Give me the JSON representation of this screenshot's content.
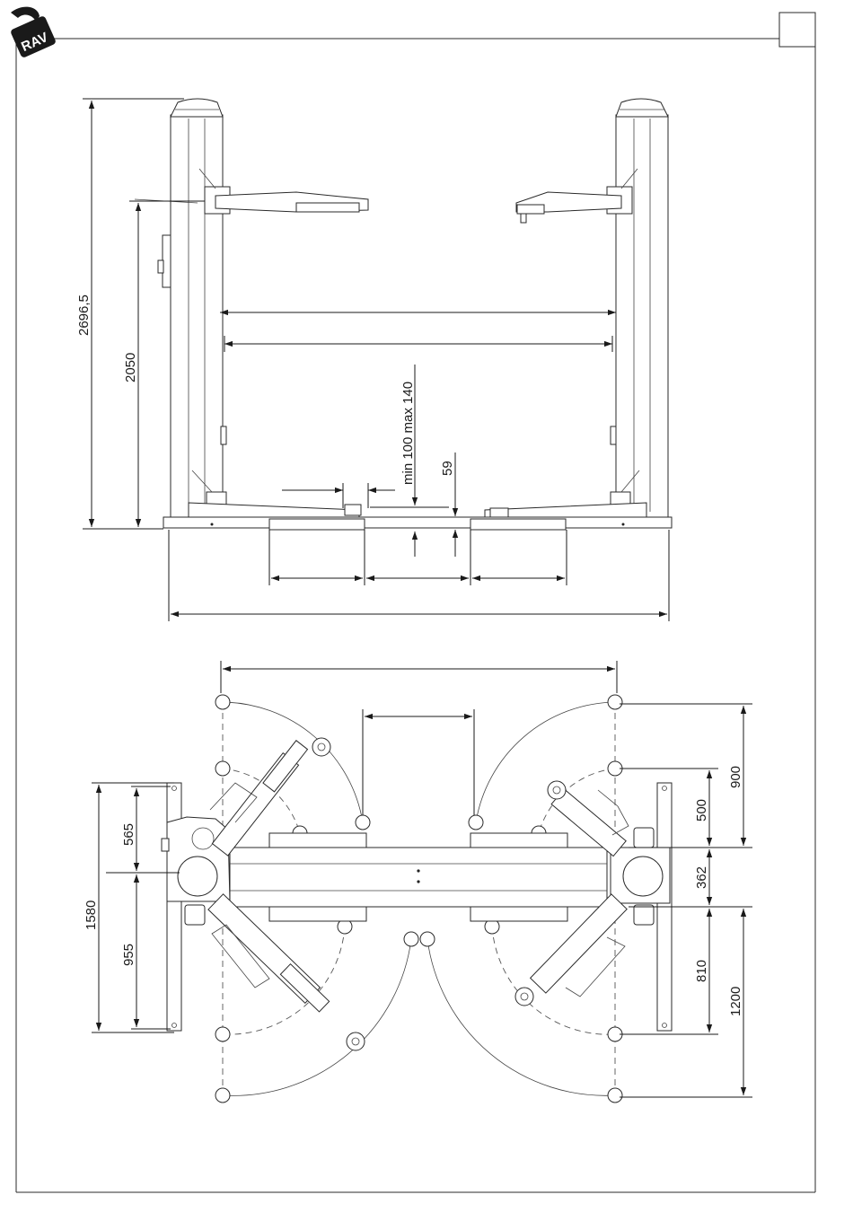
{
  "brand": {
    "logo_text": "RAV"
  },
  "page_box": {
    "label": ""
  },
  "front_view": {
    "dim_total_height": "2696,5",
    "dim_arm_height": "2050",
    "dim_pad_height": "min 100 max 140",
    "dim_base_height": "59"
  },
  "top_view": {
    "dim_left_total": "1580",
    "dim_left_upper": "565",
    "dim_left_lower": "955",
    "dim_right_front_outer": "900",
    "dim_right_front_inner": "500",
    "dim_right_column": "362",
    "dim_right_rear_inner": "810",
    "dim_right_rear_outer": "1200"
  },
  "colors": {
    "line": "#2a2a2a",
    "paper": "#ffffff"
  }
}
